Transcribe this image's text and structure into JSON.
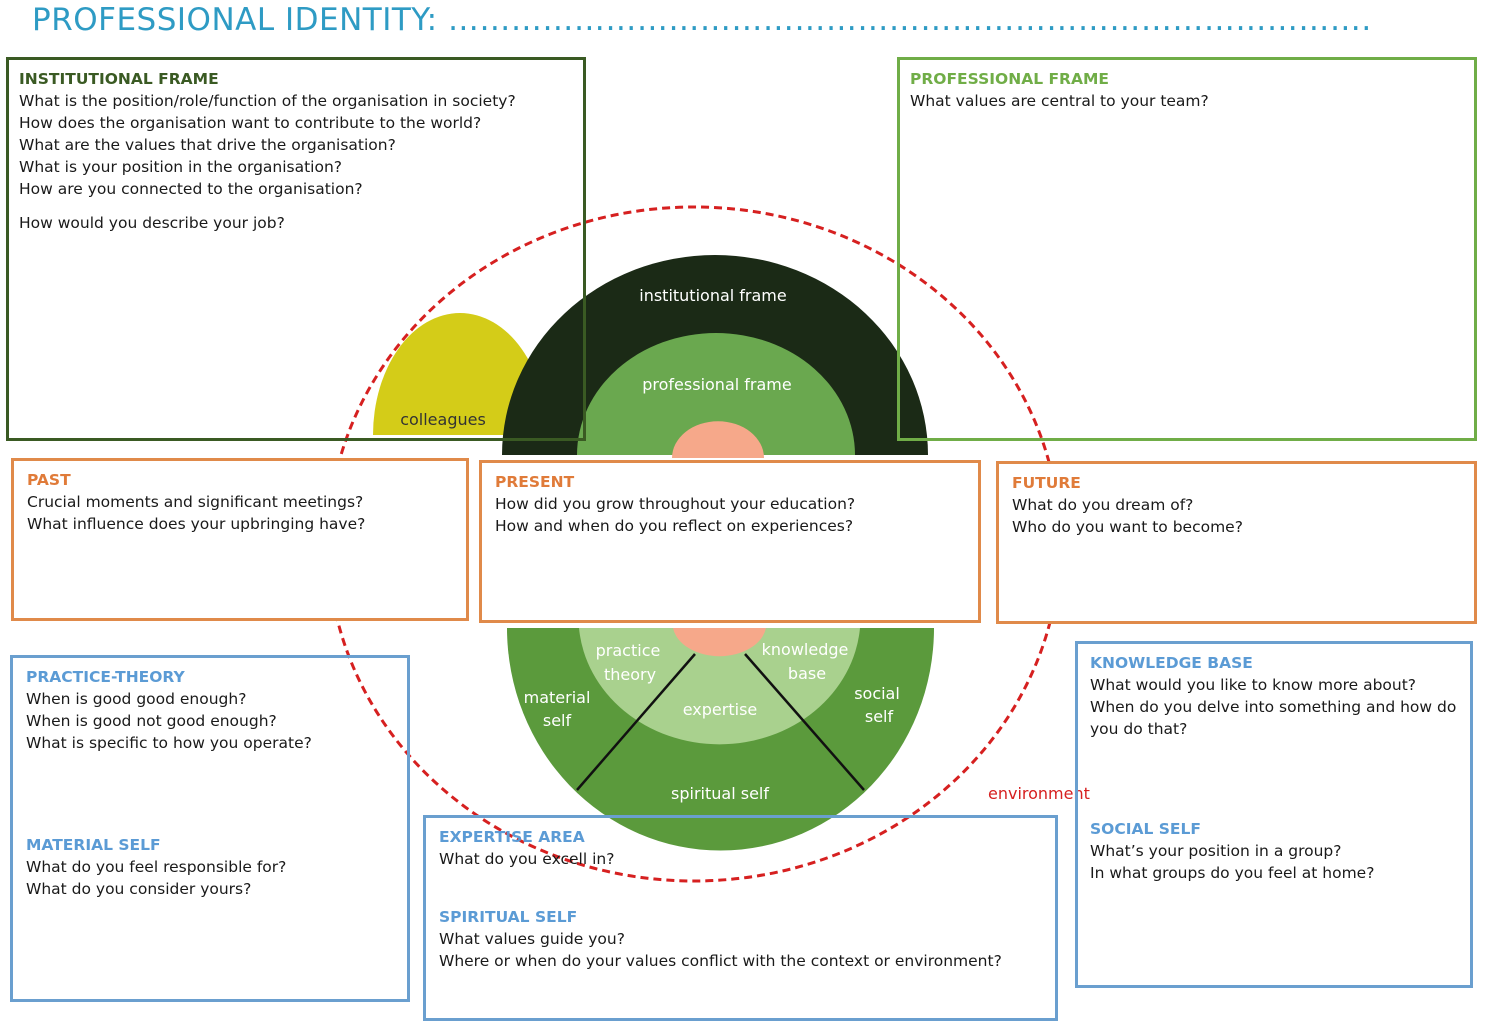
{
  "title": "PROFESSIONAL IDENTITY: …………………………………………………………………………….",
  "diagram": {
    "institutional_frame": "institutional frame",
    "professional_frame": "professional frame",
    "colleagues": "colleagues",
    "practice_theory_1": "practice",
    "practice_theory_2": "theory",
    "knowledge_base_1": "knowledge",
    "knowledge_base_2": "base",
    "expertise": "expertise",
    "material_self_1": "material",
    "material_self_2": "self",
    "social_self_1": "social",
    "social_self_2": "self",
    "spiritual_self": "spiritual self",
    "environment": "environment"
  },
  "colors": {
    "dark_arc": "#1b2a16",
    "green_mid": "#6aa84f",
    "green_light": "#a9d18e",
    "green_outer": "#5b9a3c",
    "yellow": "#d4cc18",
    "environment_red": "#d62020",
    "orange": "#e07b39",
    "blue": "#5b9bd5",
    "dark_green": "#3a5a23",
    "light_green": "#70ad47"
  },
  "boxes": {
    "institutional": {
      "heading": "INSTITUTIONAL FRAME",
      "lines": [
        "What is the position/role/function of the organisation in society?",
        "How does the organisation want to contribute to the world?",
        "What are the values that drive the organisation?",
        "What is your position in the organisation?",
        "How are you connected to the organisation?"
      ],
      "extra": "How would you describe your job?"
    },
    "professional": {
      "heading": "PROFESSIONAL FRAME",
      "lines": [
        "What values are central to your team?"
      ]
    },
    "past": {
      "heading": "PAST",
      "lines": [
        "Crucial moments and significant meetings?",
        "What influence does your upbringing  have?"
      ]
    },
    "present": {
      "heading": "PRESENT",
      "lines": [
        "How did you grow throughout your education?",
        "How and when do you reflect on experiences?"
      ]
    },
    "future": {
      "heading": "FUTURE",
      "lines": [
        "What do you dream of?",
        "Who do you want to become?"
      ]
    },
    "practice_theory": {
      "heading": "PRACTICE-THEORY",
      "lines": [
        "When is good good enough?",
        "When is good not good enough?",
        "What is specific to how you operate?"
      ]
    },
    "material_self": {
      "heading": "MATERIAL SELF",
      "lines": [
        "What do you feel responsible  for?",
        "What do you consider yours?"
      ]
    },
    "expertise_area": {
      "heading": "EXPERTISE AREA",
      "lines": [
        "What do you excell in?"
      ]
    },
    "spiritual_self": {
      "heading": "SPIRITUAL SELF",
      "lines": [
        "What values guide you?",
        "Where or when do your values conflict with the context or environment?"
      ]
    },
    "knowledge_base": {
      "heading": "KNOWLEDGE BASE",
      "lines": [
        "What would you like to know more about?",
        "When do you delve into something and how do you do that?"
      ]
    },
    "social_self": {
      "heading": "SOCIAL SELF",
      "lines": [
        "What’s your position in a group?",
        "In what groups do you feel at home?"
      ]
    }
  }
}
